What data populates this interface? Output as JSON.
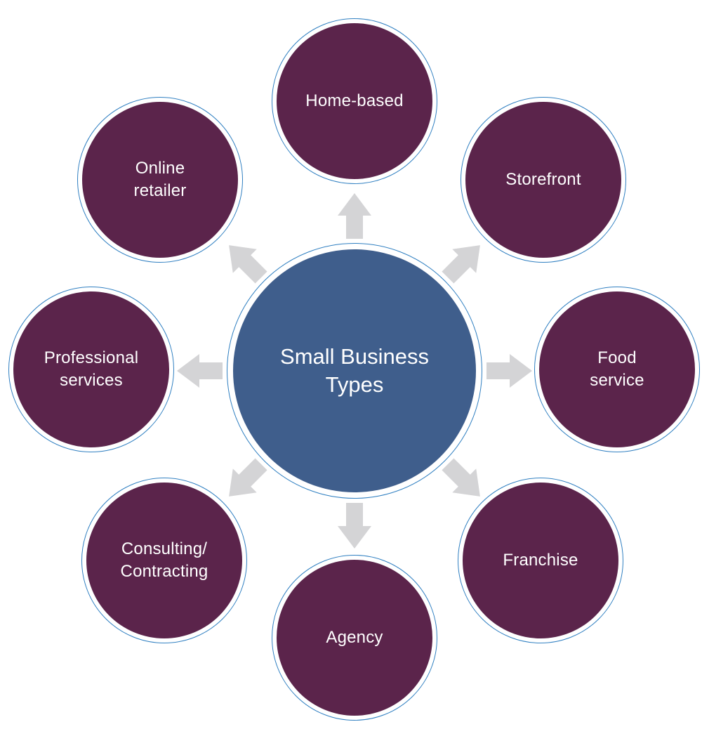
{
  "colors": {
    "hub_fill": "#3f5e8c",
    "node_fill": "#5b244b",
    "ring": "#2f7fc1",
    "arrow": "#d4d4d6"
  },
  "hub": {
    "lines": [
      "Small Business",
      "Types"
    ]
  },
  "nodes": [
    {
      "id": "home-based",
      "lines": [
        "Home-based"
      ]
    },
    {
      "id": "storefront",
      "lines": [
        "Storefront"
      ]
    },
    {
      "id": "food-service",
      "lines": [
        "Food",
        "service"
      ]
    },
    {
      "id": "franchise",
      "lines": [
        "Franchise"
      ]
    },
    {
      "id": "agency",
      "lines": [
        "Agency"
      ]
    },
    {
      "id": "consulting-contracting",
      "lines": [
        "Consulting/",
        "Contracting"
      ]
    },
    {
      "id": "professional-services",
      "lines": [
        "Professional",
        "services"
      ]
    },
    {
      "id": "online-retailer",
      "lines": [
        "Online",
        "retailer"
      ]
    }
  ]
}
